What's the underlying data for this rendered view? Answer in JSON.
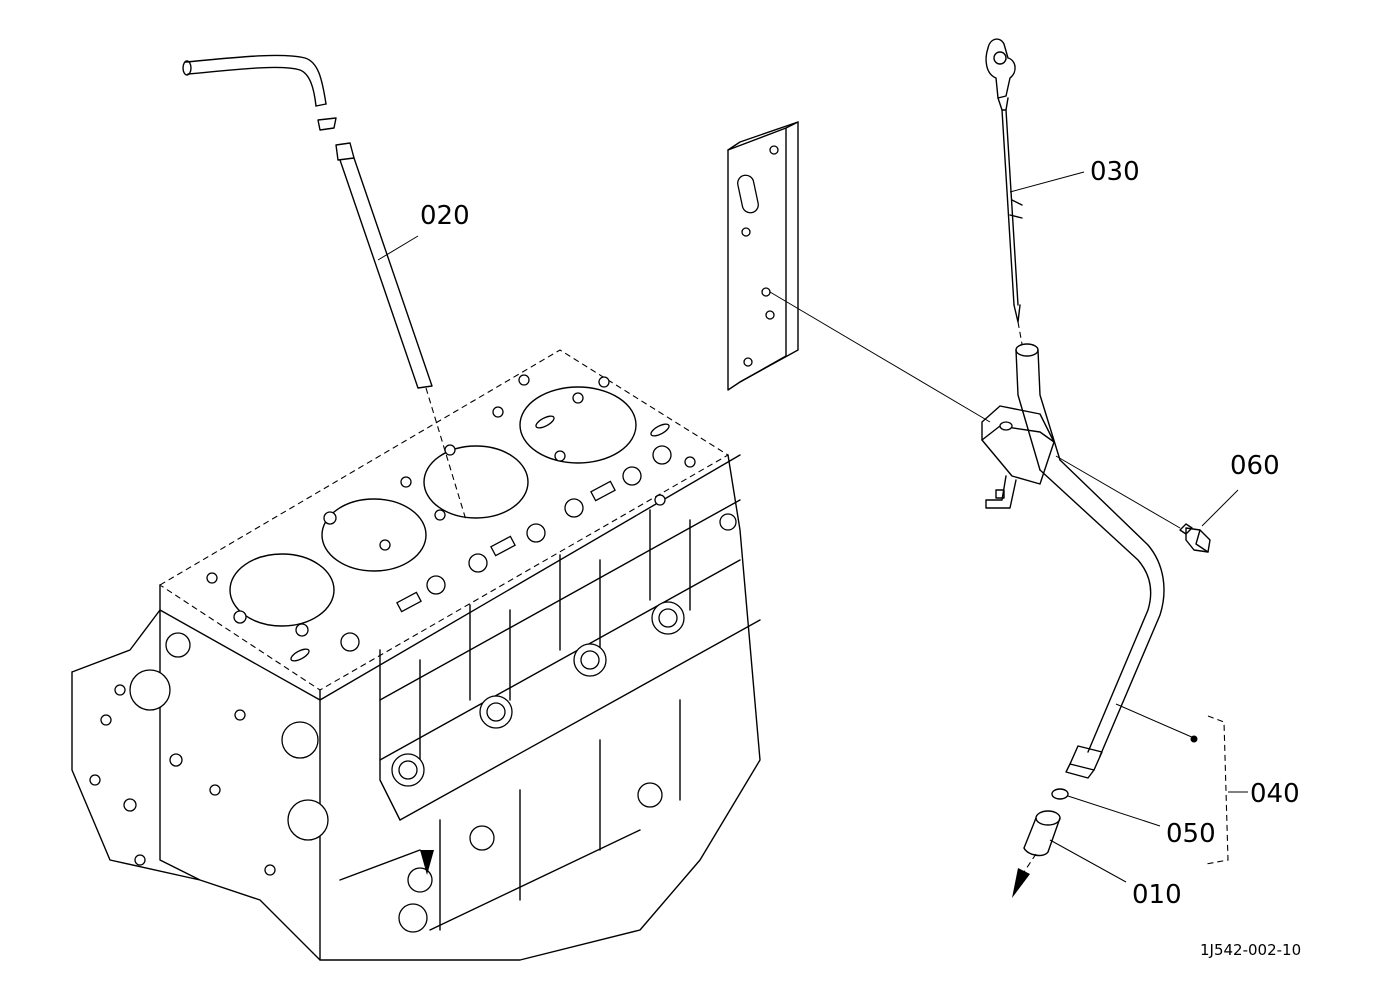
{
  "callouts": {
    "p010": "010",
    "p020": "020",
    "p030": "030",
    "p040": "040",
    "p050": "050",
    "p060": "060"
  },
  "drawing_id": "1J542-002-10",
  "colors": {
    "line": "#000000",
    "background": "#ffffff"
  }
}
